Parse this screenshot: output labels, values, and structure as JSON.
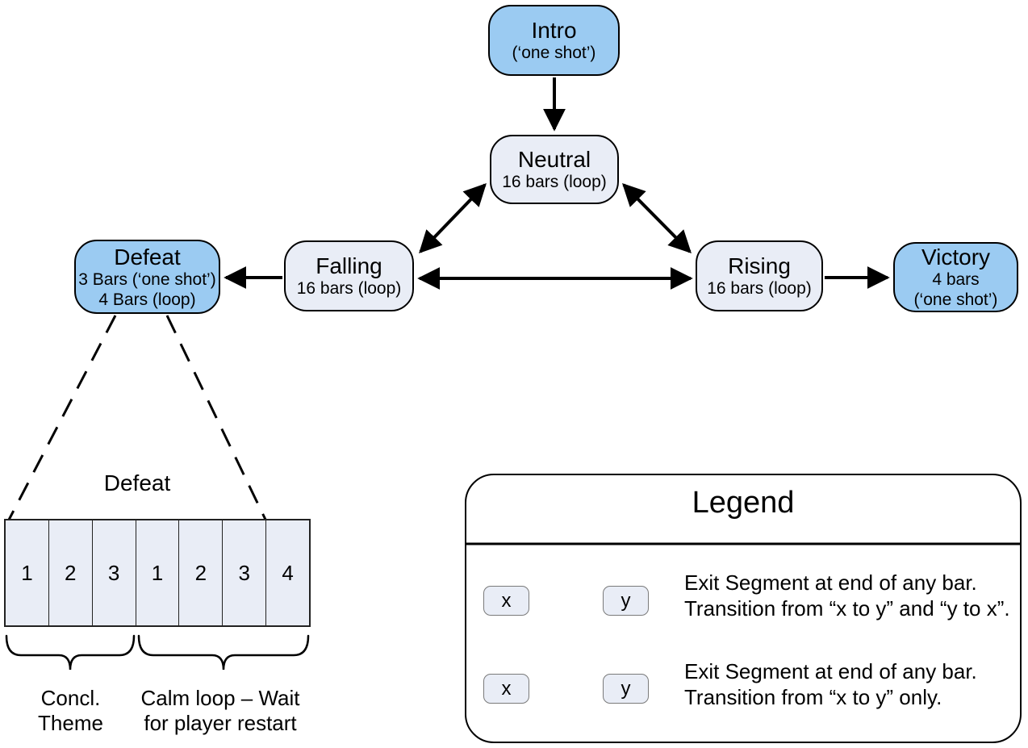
{
  "diagram": {
    "colors": {
      "accent_blue": "#9BCBF2",
      "light_fill": "#E9EDF6",
      "line": "#000000"
    },
    "nodes": {
      "intro": {
        "title": "Intro",
        "line2": "(‘one shot’)"
      },
      "neutral": {
        "title": "Neutral",
        "line2": "16 bars (loop)"
      },
      "falling": {
        "title": "Falling",
        "line2": "16 bars (loop)"
      },
      "rising": {
        "title": "Rising",
        "line2": "16 bars (loop)"
      },
      "defeat": {
        "title": "Defeat",
        "line2": "3 Bars (‘one shot’)",
        "line3": "4 Bars (loop)"
      },
      "victory": {
        "title": "Victory",
        "line2": "4 bars",
        "line3": "(‘one shot’)"
      }
    }
  },
  "defeat_detail": {
    "title": "Defeat",
    "bars": [
      "1",
      "2",
      "3",
      "1",
      "2",
      "3",
      "4"
    ],
    "brace1": {
      "line1": "Concl.",
      "line2": "Theme"
    },
    "brace2": {
      "line1": "Calm loop – Wait",
      "line2": "for player restart"
    }
  },
  "legend": {
    "title": "Legend",
    "rows": [
      {
        "x": "x",
        "y": "y",
        "arrow": "double",
        "line1": "Exit Segment at end of any bar.",
        "line2": "Transition from “x to y” and “y to x”."
      },
      {
        "x": "x",
        "y": "y",
        "arrow": "single",
        "line1": "Exit Segment at end of any bar.",
        "line2": "Transition from “x to y” only."
      }
    ]
  }
}
